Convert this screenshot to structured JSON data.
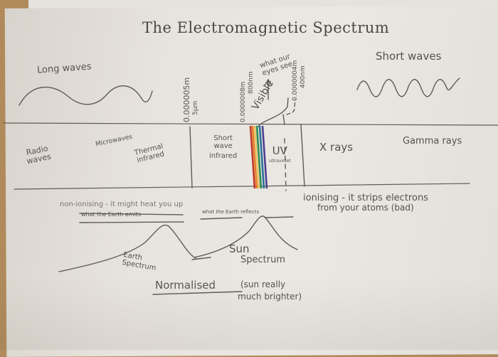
{
  "title": "The Electromagnetic Spectrum",
  "wave_labels": {
    "long": "Long waves",
    "short": "Short waves"
  },
  "wavelength_markers": {
    "microwave_ir": {
      "meters": "0.000005m",
      "nm": "5μm"
    },
    "visible_long": {
      "meters": "0.0000008m",
      "nm": "800nm"
    },
    "visible_short": {
      "meters": "0.0000004m",
      "nm": "400nm"
    }
  },
  "visible_annotation": {
    "label": "Visible",
    "note": "what our eyes see"
  },
  "bands": [
    {
      "name": "Radio waves",
      "line1": "Radio",
      "line2": "waves"
    },
    {
      "name": "Microwaves",
      "line1": "Microwaves",
      "line2": ""
    },
    {
      "name": "Thermal infrared",
      "line1": "Thermal",
      "line2": "infrared"
    },
    {
      "name": "Short wave infrared",
      "line1": "Short",
      "line2": "wave",
      "line3": "infrared"
    },
    {
      "name": "Visible",
      "line1": "",
      "line2": ""
    },
    {
      "name": "UV",
      "line1": "UV",
      "line2": "ultraviolet"
    },
    {
      "name": "X rays",
      "line1": "X rays",
      "line2": ""
    },
    {
      "name": "Gamma rays",
      "line1": "Gamma rays",
      "line2": ""
    }
  ],
  "visible_colors": [
    "#c0392b",
    "#e67e22",
    "#e9c46a",
    "#2e8b57",
    "#2a6f97",
    "#4b3f8f"
  ],
  "notes": {
    "non_ionising": "non-ionising - it might heat you up",
    "earth_emits": "what the Earth emits",
    "earth_reflects": "what the Earth reflects",
    "ionising_line1": "ionising - it strips electrons",
    "ionising_line2": "from your atoms (bad)"
  },
  "spectra": {
    "earth_label_line1": "Earth",
    "earth_label_line2": "Spectrum",
    "sun_label_line1": "Sun",
    "sun_label_line2": "Spectrum"
  },
  "normalised": {
    "word": "Normalised",
    "line1": "(sun really",
    "line2": "much brighter)"
  },
  "colors": {
    "pencil": "#55524e",
    "paper": "#e7e3dd",
    "background": "#b08a5a"
  }
}
